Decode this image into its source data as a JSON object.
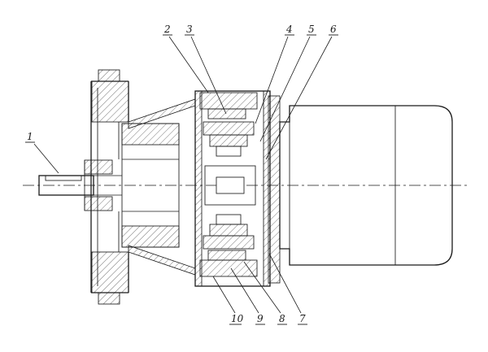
{
  "figure": {
    "type": "technical-drawing",
    "description": "Sectional assembly drawing of a flange-mounted cycloidal gear reducer coupled to an electric motor, with numbered part callouts",
    "background_color": "#ffffff",
    "line_color": "#1a1a1a",
    "callouts": [
      {
        "label": "1"
      },
      {
        "label": "2"
      },
      {
        "label": "3"
      },
      {
        "label": "4"
      },
      {
        "label": "5"
      },
      {
        "label": "6"
      },
      {
        "label": "7"
      },
      {
        "label": "8"
      },
      {
        "label": "9"
      },
      {
        "label": "10"
      }
    ]
  }
}
